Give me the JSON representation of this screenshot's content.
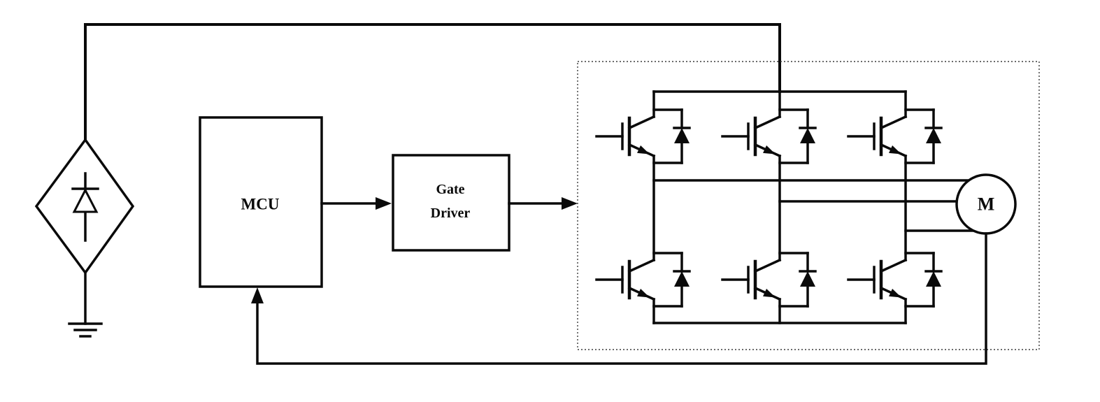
{
  "page": {
    "background_color": "#ffffff",
    "line_color": "#0a0a0a"
  },
  "blocks": {
    "mcu": {
      "label": "MCU"
    },
    "gate_driver": {
      "label_lines": [
        "Gate",
        "Driver"
      ]
    },
    "motor": {
      "label": "M"
    }
  }
}
